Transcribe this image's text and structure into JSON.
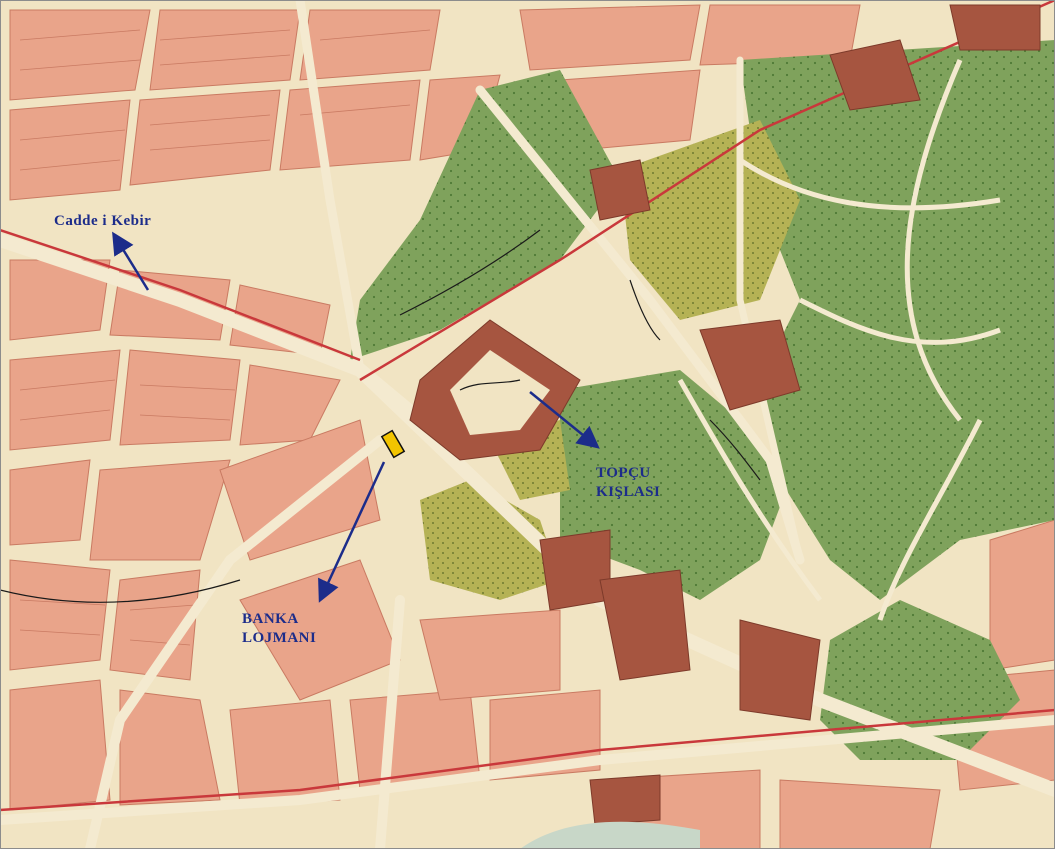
{
  "map": {
    "labels": {
      "cadde": "Cadde i Kebir",
      "topcu_line1": "TOPÇU",
      "topcu_line2": "KIŞLASI",
      "banka_line1": "BANKA",
      "banka_line2": "LOJMANI"
    },
    "colors": {
      "paper": "#f1e4c3",
      "street": "#f4ead0",
      "block": "#e9a48a",
      "block_dark": "#dc8e74",
      "building": "#a65540",
      "park": "#7fa25c",
      "park_light": "#94b06a",
      "park_yellow": "#b5b255",
      "road_red": "#c9383b",
      "label_blue": "#1c2c8a",
      "marker": "#f2c400",
      "border": "#8c8c8c"
    },
    "icons": {
      "marker": "location-marker-icon",
      "arrow": "arrow-icon"
    }
  }
}
